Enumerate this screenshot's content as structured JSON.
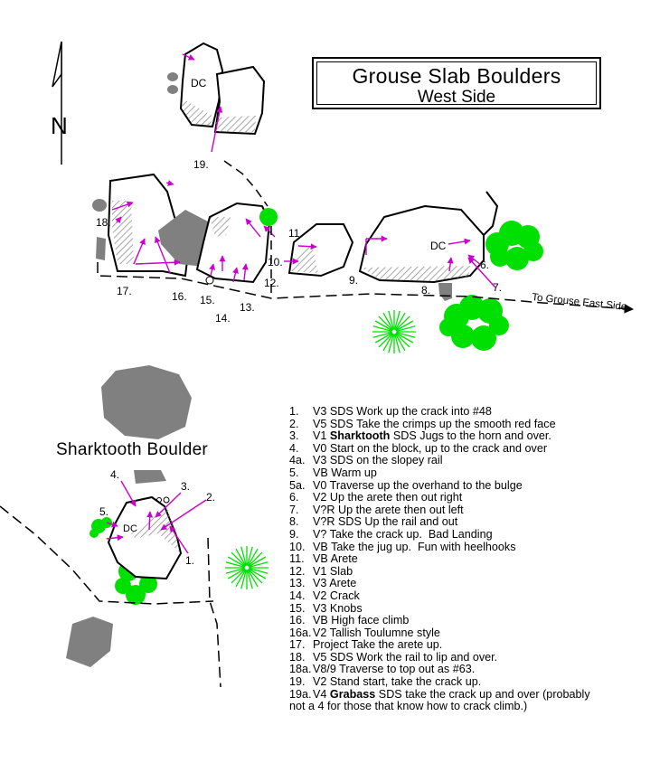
{
  "title": {
    "main": "Grouse Slab Boulders",
    "sub": "West Side"
  },
  "north_label": "N",
  "sharktooth_label": "Sharktooth Boulder",
  "trail_label": "To Grouse East Side",
  "dc_label": "DC",
  "map_labels_west": [
    "19.",
    "18.",
    "17.",
    "16.",
    "15.",
    "14.",
    "13.",
    "12.",
    "11.",
    "10.",
    "9.",
    "8.",
    "7.",
    "6."
  ],
  "map_labels_shark": [
    "4.",
    "3.",
    "2.",
    "5.",
    "1."
  ],
  "legend": [
    {
      "num": "1.",
      "pre": "V3 SDS Work up the crack into #48",
      "bold": "",
      "post": ""
    },
    {
      "num": "2.",
      "pre": "V5 SDS Take the crimps up the smooth red face",
      "bold": "",
      "post": ""
    },
    {
      "num": "3.",
      "pre": "V1 ",
      "bold": "Sharktooth",
      "post": " SDS Jugs to the horn and over."
    },
    {
      "num": "4.",
      "pre": "V0 Start on the block, up to the crack and over",
      "bold": "",
      "post": ""
    },
    {
      "num": "4a.",
      "pre": "V3 SDS on the slopey rail",
      "bold": "",
      "post": ""
    },
    {
      "num": "5.",
      "pre": "VB Warm up",
      "bold": "",
      "post": ""
    },
    {
      "num": "5a.",
      "pre": "V0 Traverse up the overhand to the bulge",
      "bold": "",
      "post": ""
    },
    {
      "num": "6.",
      "pre": "V2 Up the arete then out right",
      "bold": "",
      "post": ""
    },
    {
      "num": "7.",
      "pre": "V?R Up the arete then out left",
      "bold": "",
      "post": ""
    },
    {
      "num": "8.",
      "pre": "V?R SDS Up the rail and out",
      "bold": "",
      "post": ""
    },
    {
      "num": "9.",
      "pre": "V? Take the crack up.  Bad Landing",
      "bold": "",
      "post": ""
    },
    {
      "num": "10.",
      "pre": "VB Take the jug up.  Fun with heelhooks",
      "bold": "",
      "post": ""
    },
    {
      "num": "11.",
      "pre": "VB Arete",
      "bold": "",
      "post": ""
    },
    {
      "num": "12.",
      "pre": "V1 Slab",
      "bold": "",
      "post": ""
    },
    {
      "num": "13.",
      "pre": "V3 Arete",
      "bold": "",
      "post": ""
    },
    {
      "num": "14.",
      "pre": "V2 Crack",
      "bold": "",
      "post": ""
    },
    {
      "num": "15.",
      "pre": "V3 Knobs",
      "bold": "",
      "post": ""
    },
    {
      "num": "16.",
      "pre": "VB High face climb",
      "bold": "",
      "post": ""
    },
    {
      "num": "16a.",
      "pre": "V2 Tallish Toulumne style",
      "bold": "",
      "post": ""
    },
    {
      "num": "17.",
      "pre": "Project Take the arete up.",
      "bold": "",
      "post": ""
    },
    {
      "num": "18.",
      "pre": "V5 SDS Work the rail to lip and over.",
      "bold": "",
      "post": ""
    },
    {
      "num": "18a.",
      "pre": "V8/9 Traverse to top out as #63.",
      "bold": "",
      "post": ""
    },
    {
      "num": "19.",
      "pre": "V2 Stand start, take the crack up.",
      "bold": "",
      "post": ""
    },
    {
      "num": "19a.",
      "pre": "V4 ",
      "bold": "Grabass",
      "post": " SDS take the crack up and over (probably"
    }
  ],
  "legend_continuation": "not a 4 for those that know how to crack climb.)",
  "colors": {
    "ink": "#000000",
    "arrow": "#cc00cc",
    "tree": "#00e000",
    "rock": "#808080",
    "hatch": "#808080"
  }
}
